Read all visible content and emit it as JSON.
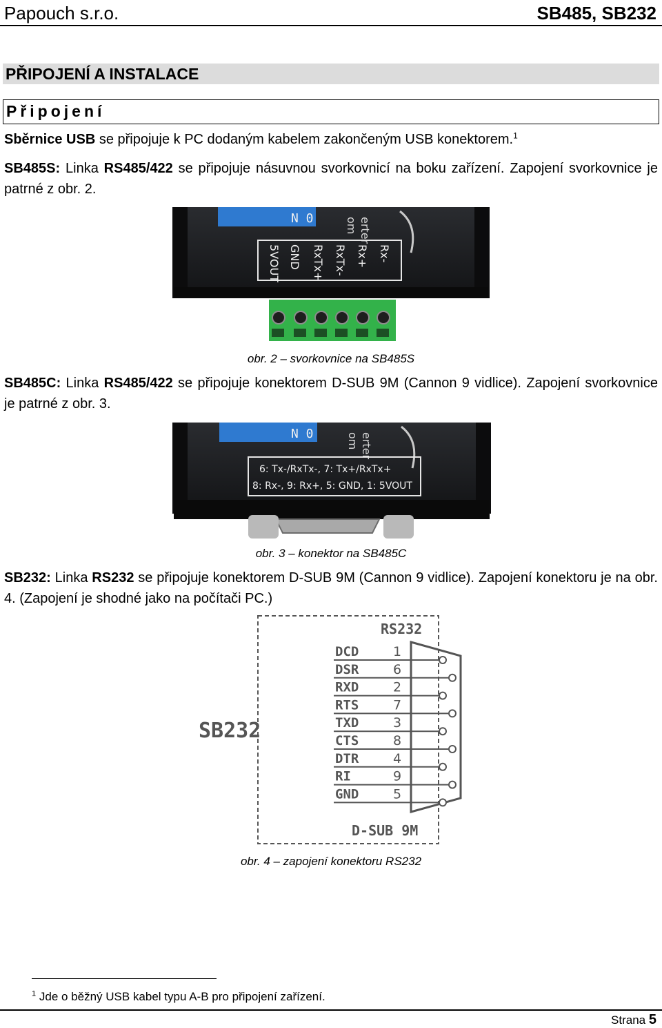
{
  "header": {
    "company": "Papouch s.r.o.",
    "product": "SB485, SB232"
  },
  "section_title": "PŘIPOJENÍ A INSTALACE",
  "subsection_title": "Připojení",
  "para_usb": {
    "bold": "Sběrnice USB",
    "text": " se připojuje k PC dodaným kabelem zakončeným USB konektorem.",
    "footnote_ref": "1"
  },
  "para_sb485s": {
    "b1": "SB485S:",
    "t1": " Linka ",
    "b2": "RS485/422",
    "t2": " se připojuje násuvnou svorkovnicí na boku zařízení. Zapojení svorkovnice je patrné z obr. 2."
  },
  "fig2": {
    "caption": "obr. 2 – svorkovnice na SB485S",
    "switch_label": "N 0",
    "brand_fragments": [
      "erter",
      "om"
    ],
    "pins": [
      "5VOUT",
      "GND",
      "RxTx+",
      "RxTx-",
      "Rx+",
      "Rx-"
    ]
  },
  "para_sb485c": {
    "b1": "SB485C:",
    "t1": " Linka ",
    "b2": "RS485/422",
    "t2": " se připojuje konektorem D-SUB 9M (Cannon 9 vidlice). Zapojení svorkovnice je patrné z obr. 3."
  },
  "fig3": {
    "caption": "obr. 3 – konektor na SB485C",
    "switch_label": "N 0",
    "brand_fragments": [
      "erter",
      "om"
    ],
    "line1": "6: Tx-/RxTx-, 7: Tx+/RxTx+",
    "line2": "8: Rx-, 9: Rx+, 5: GND, 1: 5VOUT"
  },
  "para_sb232": {
    "b1": "SB232:",
    "t1": " Linka ",
    "b2": "RS232",
    "t2": " se připojuje konektorem D-SUB 9M (Cannon 9 vidlice). Zapojení konektoru je na obr. 4. (Zapojení je shodné jako na počítači PC.)"
  },
  "fig4": {
    "caption": "obr. 4 – zapojení konektoru RS232",
    "device": "SB232",
    "header": "RS232",
    "connector": "D-SUB 9M",
    "rows": [
      {
        "signal": "DCD",
        "pin": "1"
      },
      {
        "signal": "DSR",
        "pin": "6"
      },
      {
        "signal": "RXD",
        "pin": "2"
      },
      {
        "signal": "RTS",
        "pin": "7"
      },
      {
        "signal": "TXD",
        "pin": "3"
      },
      {
        "signal": "CTS",
        "pin": "8"
      },
      {
        "signal": "DTR",
        "pin": "4"
      },
      {
        "signal": "RI",
        "pin": "9"
      },
      {
        "signal": "GND",
        "pin": "5"
      }
    ]
  },
  "footnote": {
    "num": "1",
    "text": "Jde o běžný USB kabel typu A-B pro připojení zařízení."
  },
  "footer": {
    "label": "Strana",
    "page": "5"
  }
}
